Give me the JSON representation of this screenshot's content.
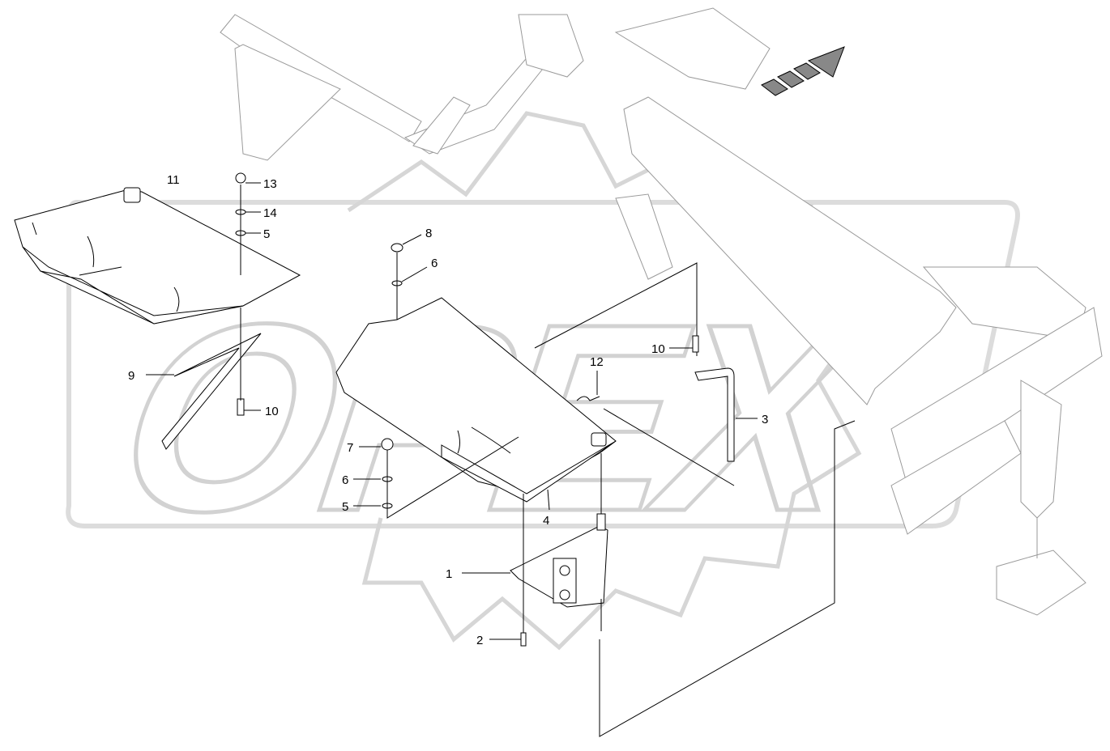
{
  "watermark": {
    "text": "OPEX"
  },
  "callouts": [
    {
      "id": "c1",
      "label": "1"
    },
    {
      "id": "c2",
      "label": "2"
    },
    {
      "id": "c3",
      "label": "3"
    },
    {
      "id": "c4",
      "label": "4"
    },
    {
      "id": "c5a",
      "label": "5"
    },
    {
      "id": "c5b",
      "label": "5"
    },
    {
      "id": "c6a",
      "label": "6"
    },
    {
      "id": "c6b",
      "label": "6"
    },
    {
      "id": "c7",
      "label": "7"
    },
    {
      "id": "c8",
      "label": "8"
    },
    {
      "id": "c9",
      "label": "9"
    },
    {
      "id": "c10a",
      "label": "10"
    },
    {
      "id": "c10b",
      "label": "10"
    },
    {
      "id": "c11",
      "label": "11"
    },
    {
      "id": "c12",
      "label": "12"
    },
    {
      "id": "c13",
      "label": "13"
    },
    {
      "id": "c14",
      "label": "14"
    }
  ],
  "colors": {
    "line": "#000000",
    "ghost": "#9a9a9a",
    "watermark": "#d6d6d6"
  }
}
